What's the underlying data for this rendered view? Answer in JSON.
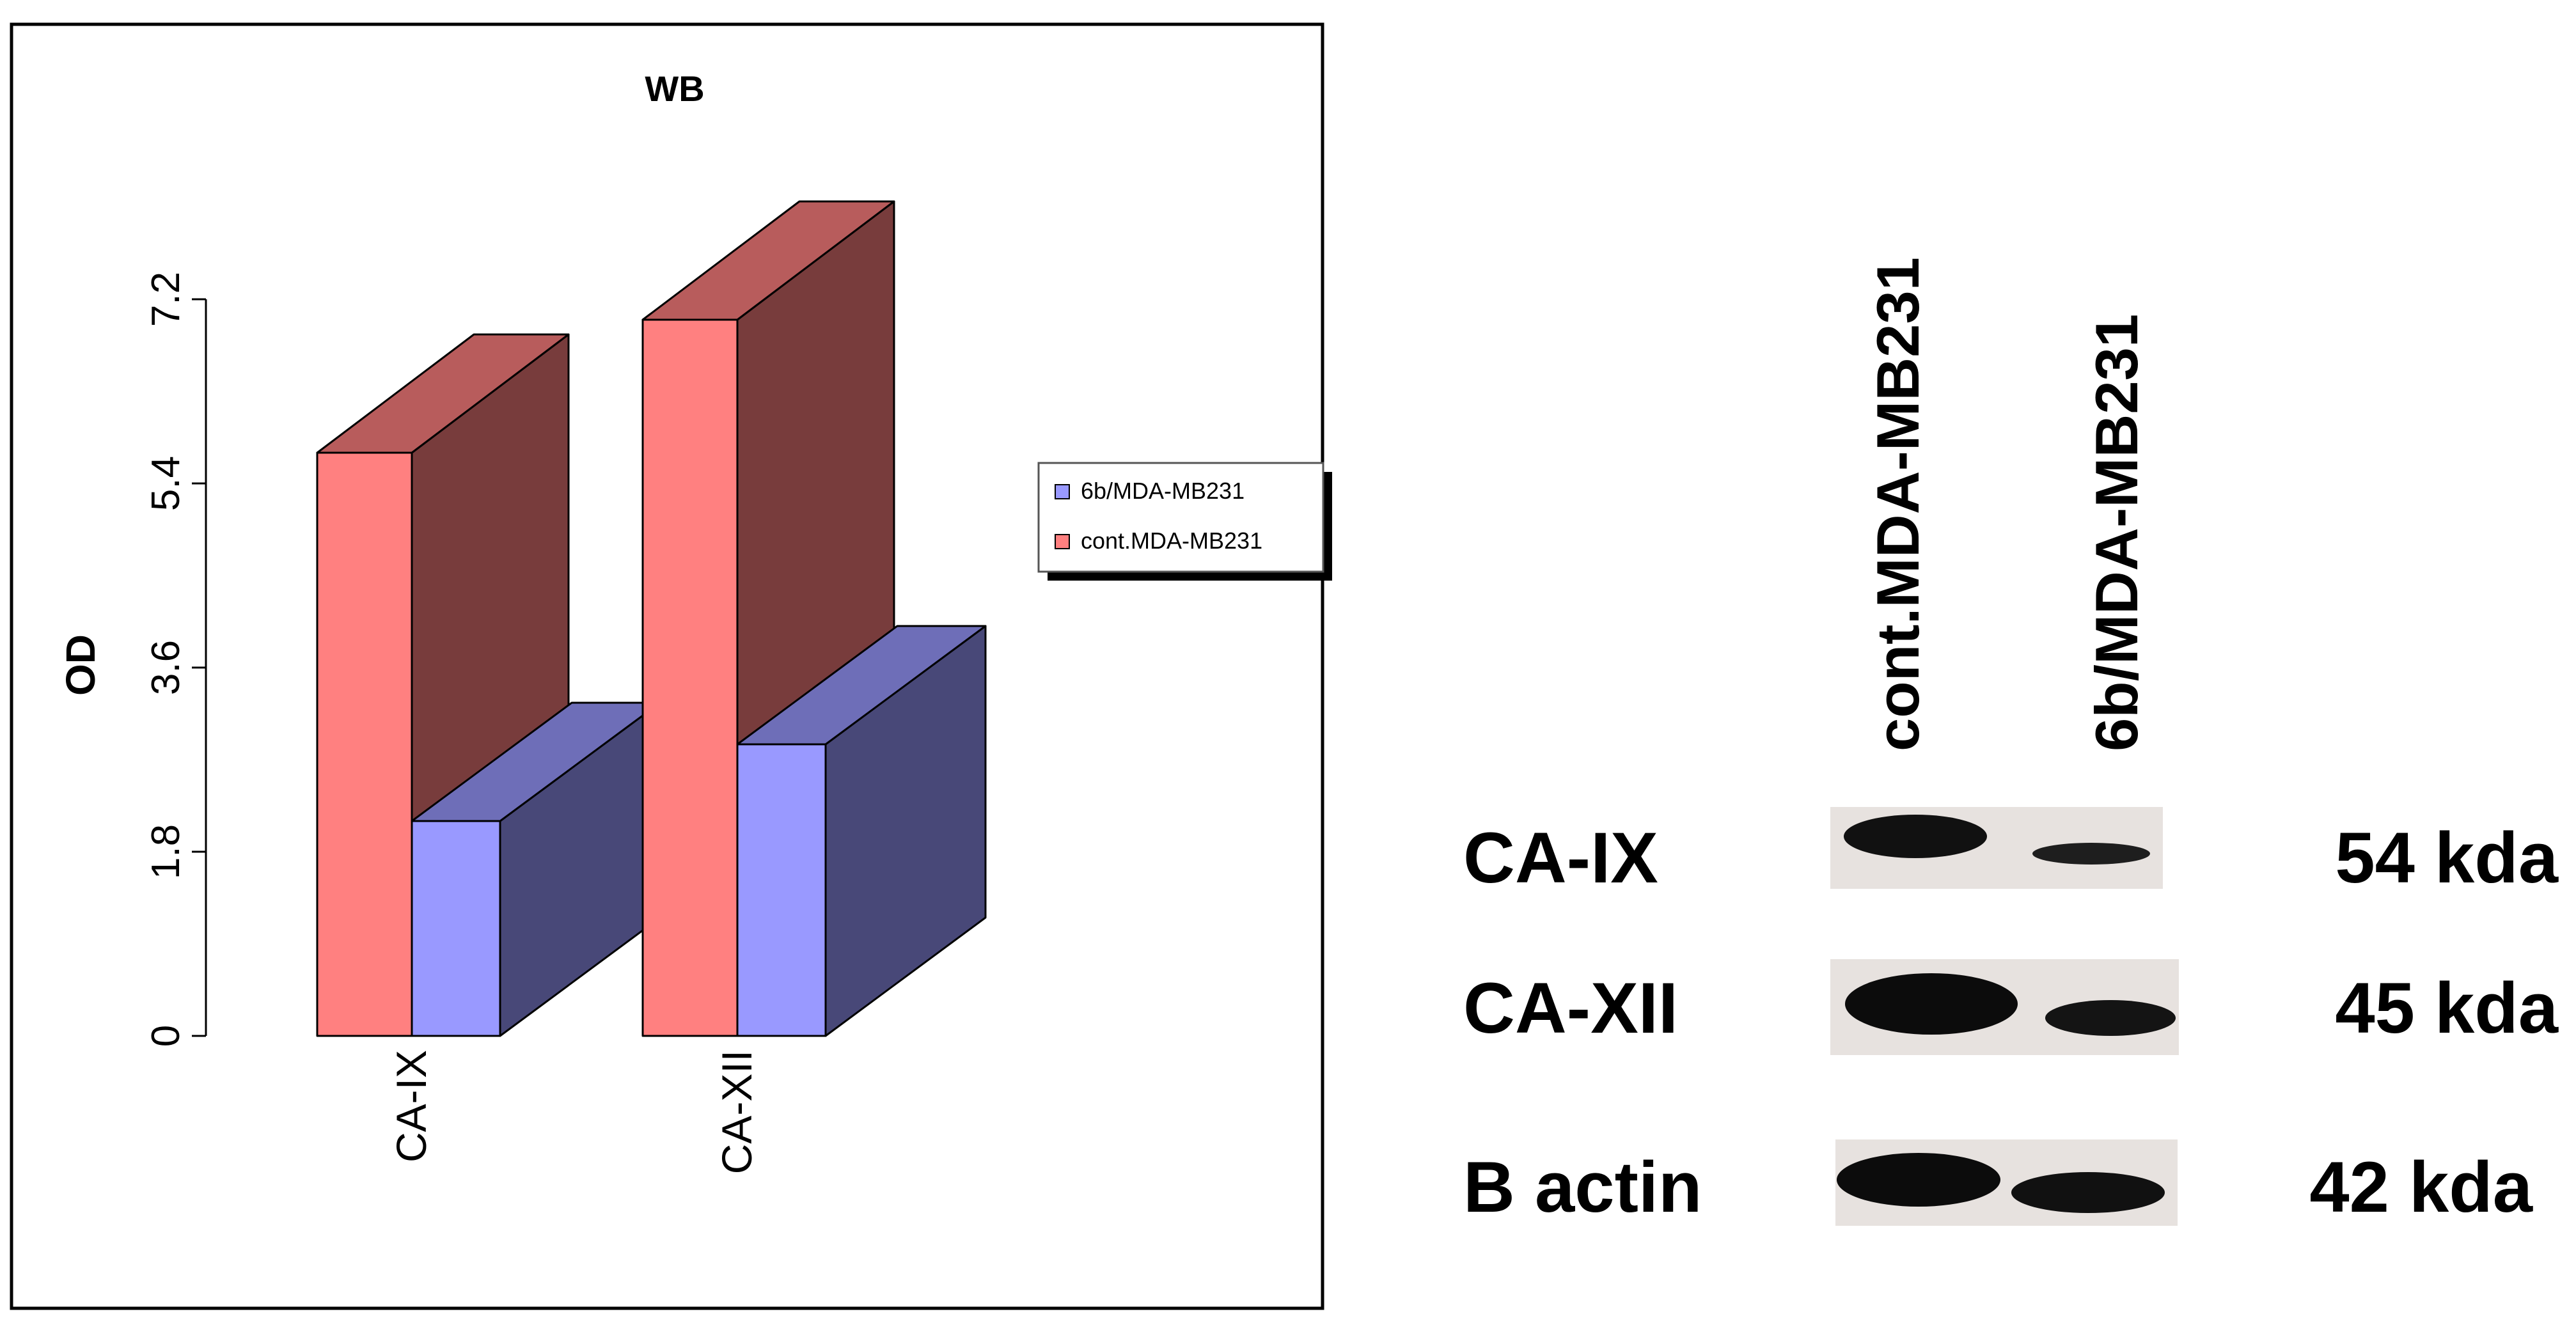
{
  "chart_data": {
    "type": "bar",
    "title": "WB",
    "ylabel": "OD",
    "xlabel": "",
    "categories": [
      "CA-IX",
      "CA-XII"
    ],
    "yticks": [
      0,
      1.8,
      3.6,
      5.4,
      7.2
    ],
    "ylim": [
      0,
      7.2
    ],
    "grid": false,
    "legend_position": "right",
    "series": [
      {
        "name": "cont.MDA-MB231",
        "values": [
          5.7,
          7.0
        ],
        "color": "#ff8080"
      },
      {
        "name": "6b/MDA-MB231",
        "values": [
          2.1,
          2.85
        ],
        "color": "#9999ff"
      }
    ]
  },
  "blot": {
    "lanes": [
      "cont.MDA-MB231",
      "6b/MDA-MB231"
    ],
    "rows": [
      {
        "protein": "CA-IX",
        "size": "54 kda"
      },
      {
        "protein": "CA-XII",
        "size": "45 kda"
      },
      {
        "protein": "B actin",
        "size": "42 kda"
      }
    ]
  }
}
